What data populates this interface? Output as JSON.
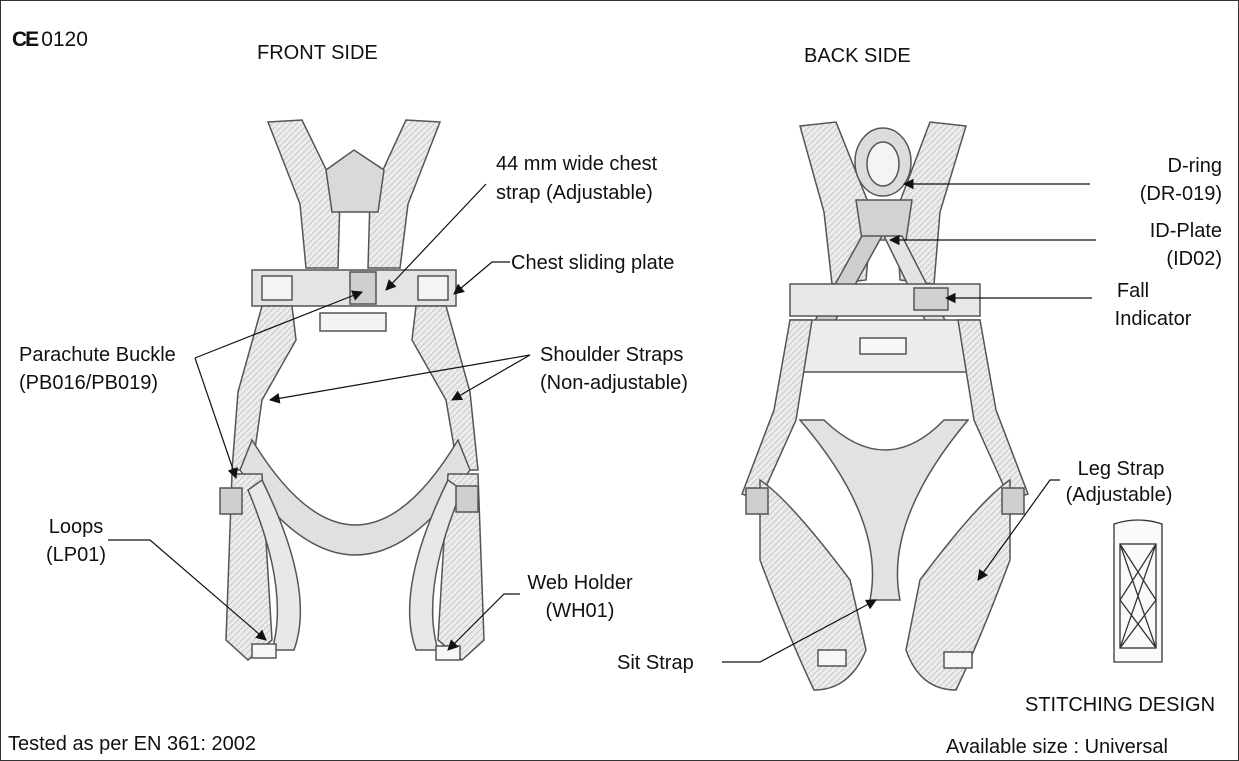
{
  "cert": {
    "mark": "CE",
    "number": "0120"
  },
  "titles": {
    "front": "FRONT SIDE",
    "back": "BACK SIDE"
  },
  "labels": {
    "chest_strap": [
      "44 mm wide chest",
      "strap (Adjustable)"
    ],
    "chest_plate": [
      "Chest sliding plate"
    ],
    "parachute_buckle": [
      "Parachute Buckle",
      "(PB016/PB019)"
    ],
    "shoulder_straps": [
      "Shoulder Straps",
      "(Non-adjustable)"
    ],
    "loops": [
      "Loops",
      "(LP01)"
    ],
    "web_holder": [
      "Web Holder",
      "(WH01)"
    ],
    "d_ring": [
      "D-ring",
      "(DR-019)"
    ],
    "id_plate": [
      "ID-Plate",
      "(ID02)"
    ],
    "fall_indicator": [
      "Fall",
      "Indicator"
    ],
    "leg_strap": [
      "Leg Strap",
      "(Adjustable)"
    ],
    "sit_strap": [
      "Sit Strap"
    ]
  },
  "stitching": "STITCHING DESIGN",
  "tested": "Tested as per EN 361: 2002",
  "size": "Available size : Universal",
  "colors": {
    "strap_fill": "#ececec",
    "strap_stroke": "#555555",
    "line": "#111111"
  }
}
